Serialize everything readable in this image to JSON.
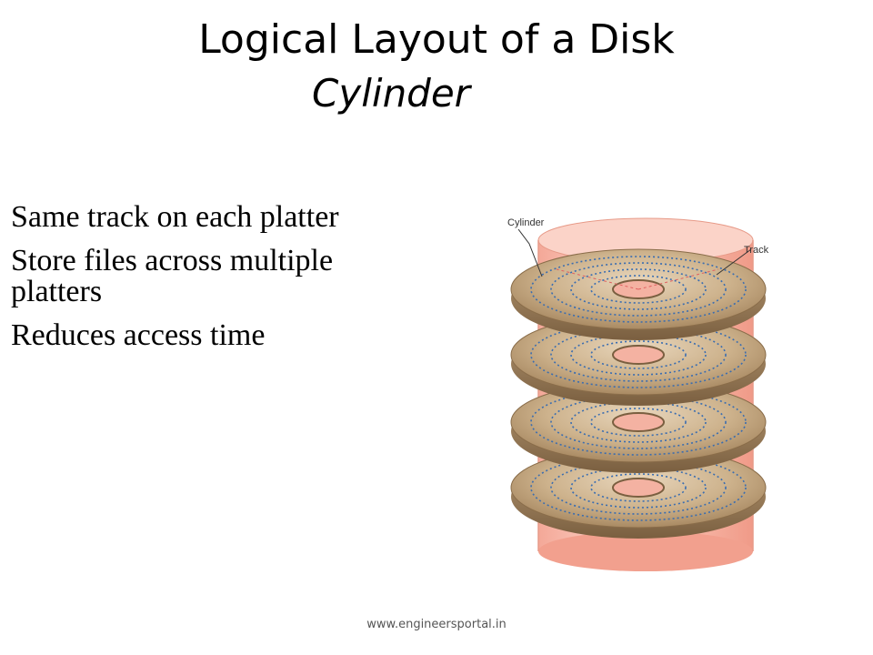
{
  "slide": {
    "title": "Logical Layout of a Disk",
    "subtitle": "Cylinder",
    "bullets": [
      "Same track on each platter",
      "Store files across multiple platters",
      "Reduces access time"
    ],
    "footer": "www.engineersportal.in"
  },
  "figure": {
    "labels": {
      "cylinder": "Cylinder",
      "track": "Track"
    },
    "platter_count": 4,
    "colors": {
      "cylinder_fill": "#f6b3a3",
      "platter_fill": "#c9a882",
      "track_dots": "#3a6db0"
    }
  }
}
